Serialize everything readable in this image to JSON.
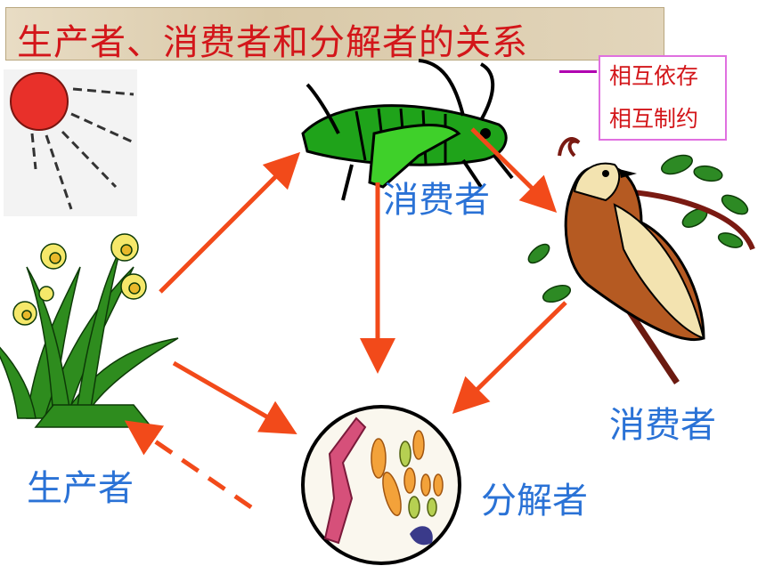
{
  "title": "生产者、消费者和分解者的关系",
  "relations": [
    "相互依存",
    "相互制约"
  ],
  "labels": {
    "producer": "生产者",
    "consumer_insect": "消费者",
    "consumer_bird": "消费者",
    "decomposer": "分解者"
  },
  "colors": {
    "arrow": "#f24a1a",
    "title_text": "#d3161a",
    "label_text": "#2a72d6",
    "relation_border": "#e070e0"
  }
}
